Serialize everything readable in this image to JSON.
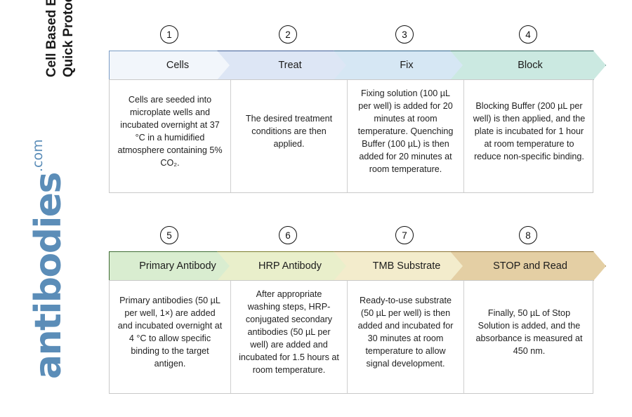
{
  "brand": {
    "title": "Cell Based ELISA Kits\nQuick Protocol",
    "wordmark": "antibodies",
    "tld": ".com",
    "color": "#5b8db8"
  },
  "rows": [
    {
      "name": "row-1",
      "steps": [
        {
          "number": "1",
          "label": "Cells",
          "fill": "#f2f6fb",
          "stroke": "#7b9cc4",
          "text": "Cells are seeded into microplate wells and incubated overnight at 37 °C in a humidified atmosphere containing 5% CO₂."
        },
        {
          "number": "2",
          "label": "Treat",
          "fill": "#dde6f5",
          "stroke": "#3f5f96",
          "text": "The desired treatment conditions are then applied."
        },
        {
          "number": "3",
          "label": "Fix",
          "fill": "#d6e7f4",
          "stroke": "#34688c",
          "text": "Fixing solution (100 µL per well) is added for 20 minutes at room temperature. Quenching Buffer (100 µL) is then added for 20 minutes at room temperature."
        },
        {
          "number": "4",
          "label": "Block",
          "fill": "#cbe9e1",
          "stroke": "#3c7069",
          "text": "Blocking Buffer (200 µL per well) is then applied, and the plate is incubated for 1 hour at room temperature to reduce non-specific binding."
        }
      ]
    },
    {
      "name": "row-2",
      "steps": [
        {
          "number": "5",
          "label": "Primary Antibody",
          "fill": "#d9edd0",
          "stroke": "#3f6b34",
          "text": "Primary antibodies (50 µL per well, 1×) are added and incubated overnight at 4 °C to allow specific binding to the target antigen."
        },
        {
          "number": "6",
          "label": "HRP Antibody",
          "fill": "#e9efcb",
          "stroke": "#7b7c2c",
          "text": "After appropriate washing steps, HRP-conjugated secondary antibodies (50 µL per well) are added and incubated for 1.5 hours at room temperature."
        },
        {
          "number": "7",
          "label": "TMB Substrate",
          "fill": "#f3eccc",
          "stroke": "#8a7334",
          "text": "Ready-to-use substrate (50 µL per well) is then added and incubated for 30 minutes at room temperature to allow signal development."
        },
        {
          "number": "8",
          "label": "STOP and Read",
          "fill": "#e4cfa4",
          "stroke": "#8a6b30",
          "text": "Finally, 50 µL of Stop Solution is added, and the absorbance is measured at 450 nm."
        }
      ]
    }
  ],
  "layout": {
    "cell_widths": [
      172,
      166,
      166,
      186
    ],
    "chevron_overlap": 18
  }
}
